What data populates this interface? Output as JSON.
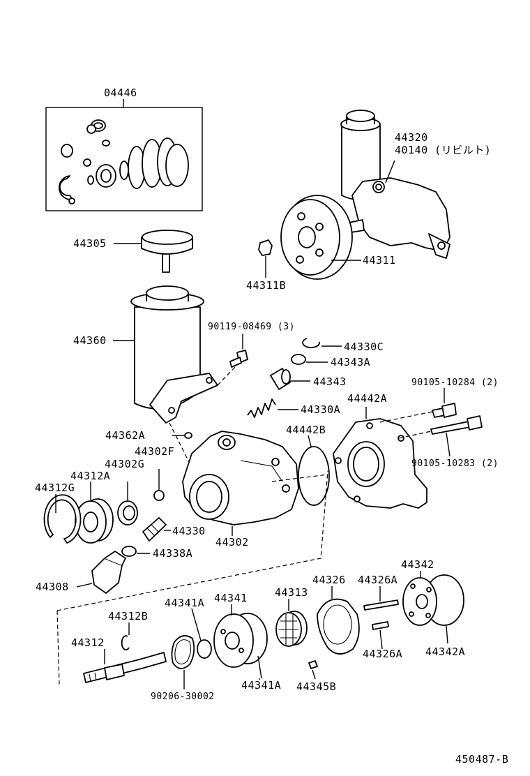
{
  "labels": {
    "kit": "04446",
    "p44305": "44305",
    "p44360": "44360",
    "p44320": "44320",
    "p40140": "40140 (リビルト)",
    "p44311": "44311",
    "p44311B": "44311B",
    "p90119": "90119-08469 (3)",
    "p44330C": "44330C",
    "p44343A": "44343A",
    "p44343": "44343",
    "p44330A": "44330A",
    "p44442A": "44442A",
    "p90105_10284": "90105-10284 (2)",
    "p90105_10283": "90105-10283 (2)",
    "p44362A": "44362A",
    "p44442B": "44442B",
    "p44302F": "44302F",
    "p44302G": "44302G",
    "p44312A": "44312A",
    "p44312G": "44312G",
    "p44330": "44330",
    "p44302": "44302",
    "p44338A": "44338A",
    "p44308": "44308",
    "p44342": "44342",
    "p44326": "44326",
    "p44326A_top": "44326A",
    "p44341A_top": "44341A",
    "p44341": "44341",
    "p44313": "44313",
    "p44312B": "44312B",
    "p44312": "44312",
    "p44326A_bot": "44326A",
    "p44342A": "44342A",
    "p90206": "90206-30002",
    "p44341A_bot": "44341A",
    "p44345B": "44345B",
    "drawing_no": "450487-B"
  }
}
